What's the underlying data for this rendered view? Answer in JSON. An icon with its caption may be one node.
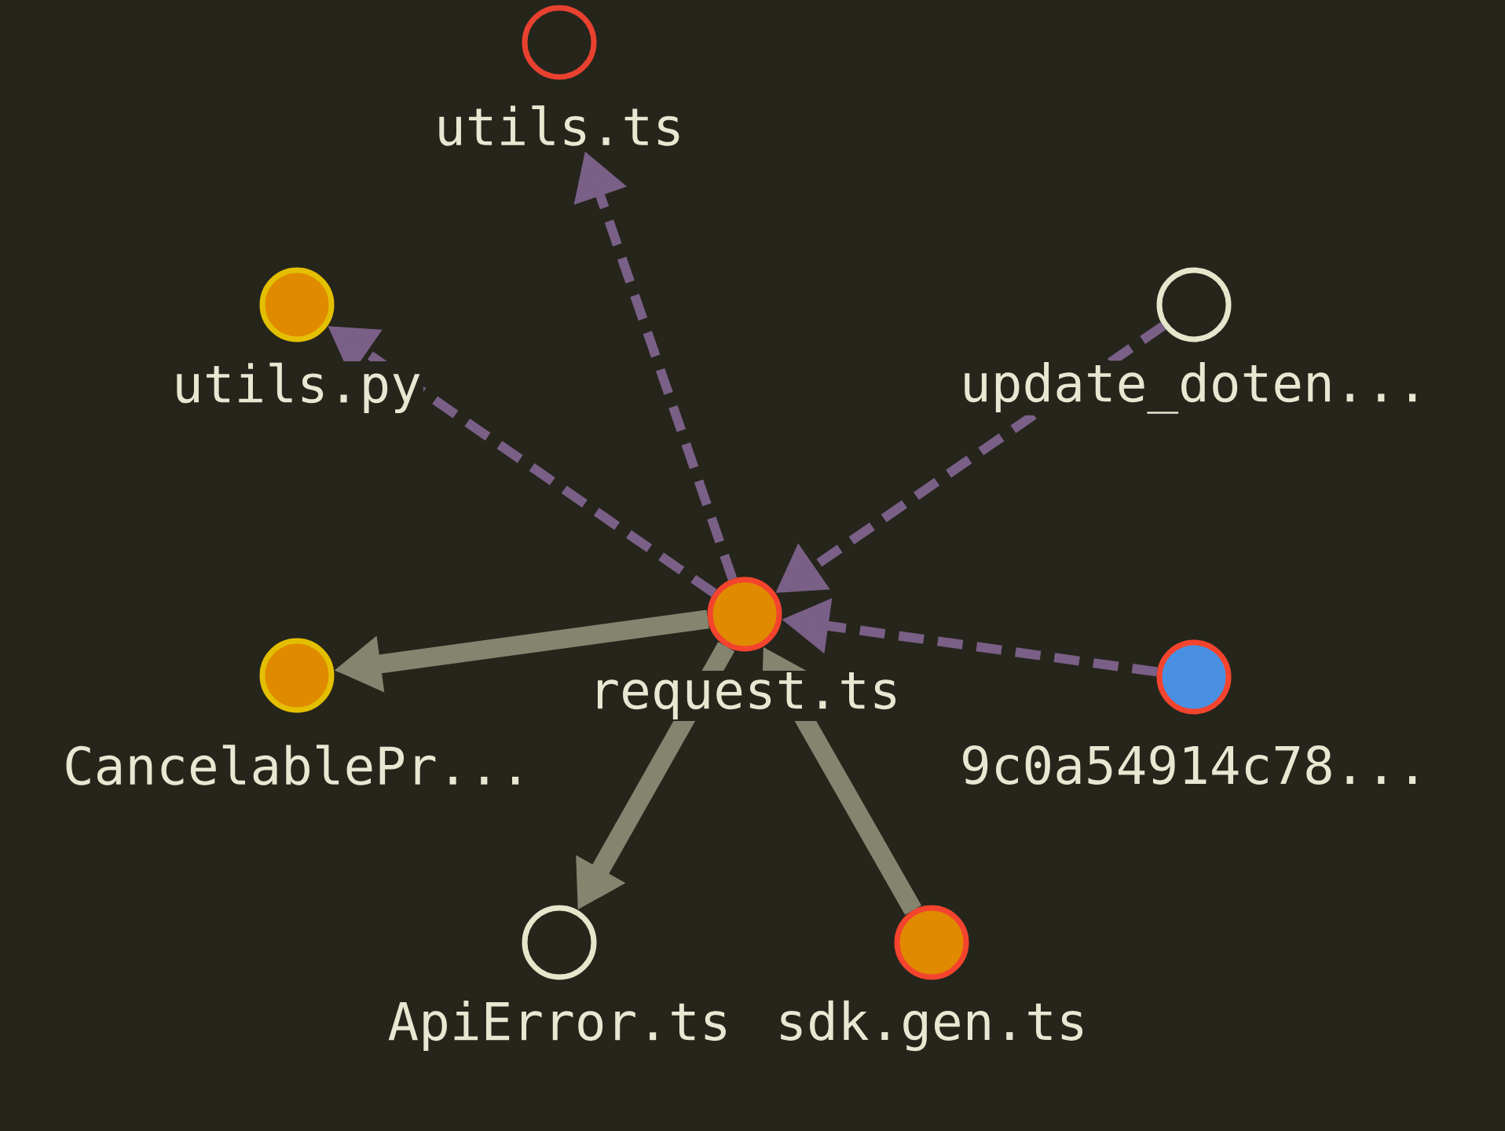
{
  "diagram": {
    "nodes": [
      {
        "text": [
          "utils.ts"
        ]
      },
      {
        "text": [
          "utils.py"
        ]
      },
      {
        "text": [
          "update_doten..."
        ]
      },
      {
        "text": [
          "request.ts"
        ]
      },
      {
        "text": [
          "CancelablePr..."
        ]
      },
      {
        "text": [
          "9c0a54914c78..."
        ]
      },
      {
        "text": [
          "ApiError.ts"
        ]
      },
      {
        "text": [
          "sdk.gen.ts"
        ]
      }
    ],
    "edges": [
      {
        "from": 3,
        "to": 0,
        "arrow": "to",
        "style": "dashed"
      },
      {
        "from": 3,
        "to": 1,
        "arrow": "to",
        "style": "dashed"
      },
      {
        "from": 2,
        "to": 3,
        "arrow": "to",
        "style": "dashed"
      },
      {
        "from": 3,
        "to": 4,
        "arrow": "to",
        "style": "thick",
        "color": "#85856f"
      },
      {
        "from": 5,
        "to": 3,
        "arrow": "to",
        "style": "dashed"
      },
      {
        "from": 3,
        "to": 6,
        "arrow": "to",
        "style": "thick",
        "color": "#85856f"
      },
      {
        "from": 7,
        "to": 3,
        "arrow": "to",
        "style": "thick",
        "color": "#85856f"
      }
    ]
  }
}
